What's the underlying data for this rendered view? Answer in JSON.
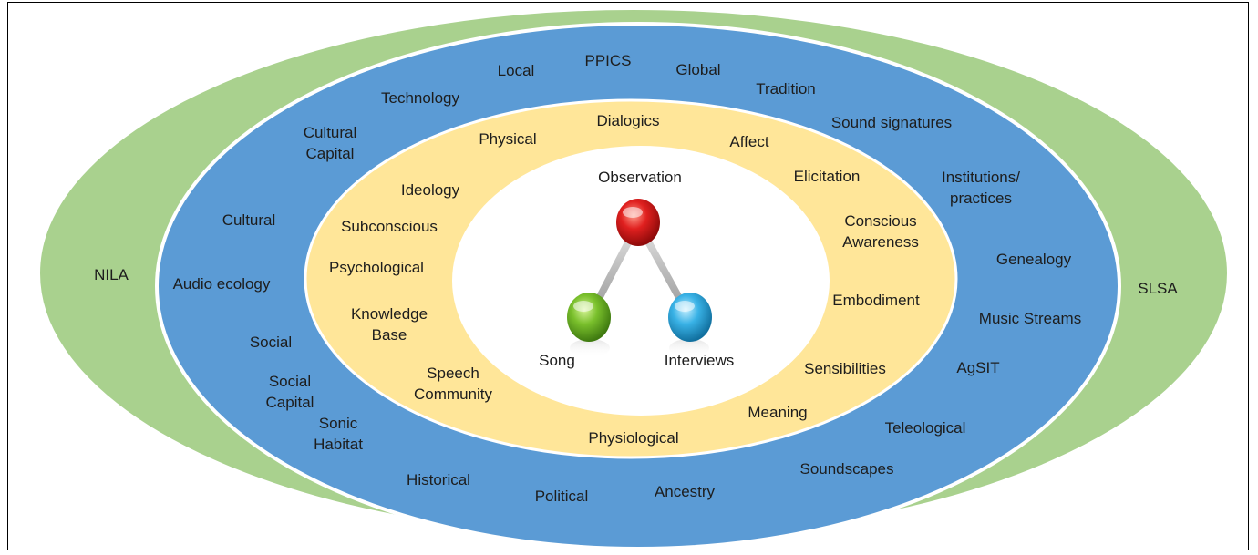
{
  "outer_ring": {
    "left_label": "NILA",
    "right_label": "SLSA"
  },
  "blue_ring": {
    "labels": [
      "Local",
      "PPICS",
      "Global",
      "Technology",
      "Tradition",
      "Cultural Capital",
      "Sound signatures",
      "Institutions/ practices",
      "Cultural",
      "Genealogy",
      "Audio ecology",
      "Music Streams",
      "Social",
      "AgSIT",
      "Social Capital",
      "Sonic Habitat",
      "Teleological",
      "Historical",
      "Soundscapes",
      "Political",
      "Ancestry"
    ]
  },
  "yellow_ring": {
    "labels": [
      "Dialogics",
      "Physical",
      "Affect",
      "Elicitation",
      "Ideology",
      "Subconscious",
      "Conscious Awareness",
      "Psychological",
      "Embodiment",
      "Knowledge Base",
      "Sensibilities",
      "Speech Community",
      "Meaning",
      "Physiological"
    ]
  },
  "triangle": {
    "top": "Observation",
    "bottom_left": "Song",
    "bottom_right": "Interviews"
  },
  "colors": {
    "outer": "#a9d18e",
    "blue": "#5b9bd5",
    "yellow": "#ffe699",
    "center": "#ffffff",
    "ring_stroke": "#ffffff",
    "node_top": "#e0201f",
    "node_left": "#7ac02c",
    "node_right": "#39b2e6"
  }
}
